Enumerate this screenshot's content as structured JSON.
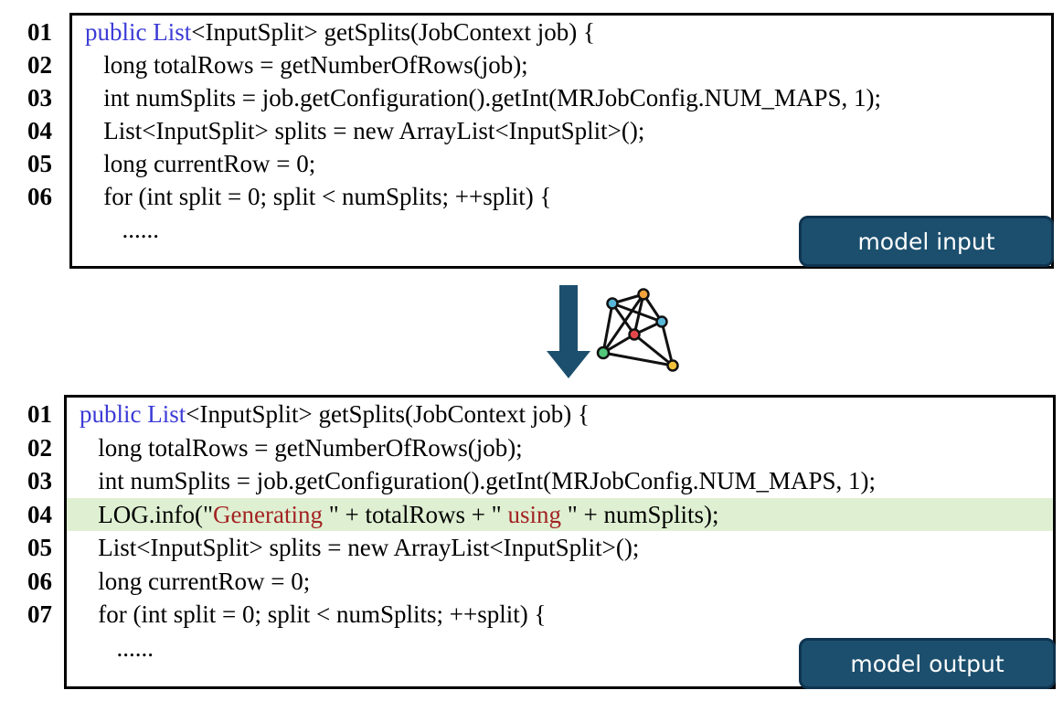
{
  "input": {
    "tag": "model input",
    "lines": [
      {
        "num": "01",
        "segments": [
          {
            "t": "public ",
            "c": "kw"
          },
          {
            "t": "List",
            "c": "kw"
          },
          {
            "t": "<InputSplit> getSplits(JobContext job) {",
            "c": ""
          }
        ]
      },
      {
        "num": "02",
        "segments": [
          {
            "t": "   long totalRows = getNumberOfRows(job);",
            "c": ""
          }
        ]
      },
      {
        "num": "03",
        "segments": [
          {
            "t": "   int numSplits = job.getConfiguration().getInt(MRJobConfig.NUM_MAPS, 1);",
            "c": ""
          }
        ]
      },
      {
        "num": "04",
        "segments": [
          {
            "t": "   List<InputSplit> splits = new ArrayList<InputSplit>();",
            "c": ""
          }
        ]
      },
      {
        "num": "05",
        "segments": [
          {
            "t": "   long currentRow = 0;",
            "c": ""
          }
        ]
      },
      {
        "num": "06",
        "segments": [
          {
            "t": "   for (int split = 0; split < numSplits; ++split) {",
            "c": ""
          }
        ]
      },
      {
        "num": "",
        "segments": [
          {
            "t": "      ......",
            "c": ""
          }
        ]
      }
    ]
  },
  "output": {
    "tag": "model output",
    "lines": [
      {
        "num": "01",
        "segments": [
          {
            "t": "public ",
            "c": "kw"
          },
          {
            "t": "List",
            "c": "kw"
          },
          {
            "t": "<InputSplit> getSplits(JobContext job) {",
            "c": ""
          }
        ]
      },
      {
        "num": "02",
        "segments": [
          {
            "t": "   long totalRows = getNumberOfRows(job);",
            "c": ""
          }
        ]
      },
      {
        "num": "03",
        "segments": [
          {
            "t": "   int numSplits = job.getConfiguration().getInt(MRJobConfig.NUM_MAPS, 1);",
            "c": ""
          }
        ]
      },
      {
        "num": "04",
        "highlight": true,
        "segments": [
          {
            "t": "   LOG.info(\"",
            "c": ""
          },
          {
            "t": "Generating ",
            "c": "str"
          },
          {
            "t": "\" + totalRows + \" ",
            "c": ""
          },
          {
            "t": "using",
            "c": "str"
          },
          {
            "t": " \" + numSplits);",
            "c": ""
          }
        ]
      },
      {
        "num": "05",
        "segments": [
          {
            "t": "   List<InputSplit> splits = new ArrayList<InputSplit>();",
            "c": ""
          }
        ]
      },
      {
        "num": "06",
        "segments": [
          {
            "t": "   long currentRow = 0;",
            "c": ""
          }
        ]
      },
      {
        "num": "07",
        "segments": [
          {
            "t": "   for (int split = 0; split < numSplits; ++split) {",
            "c": ""
          }
        ]
      },
      {
        "num": "",
        "segments": [
          {
            "t": "      ......",
            "c": ""
          }
        ]
      }
    ]
  },
  "colors": {
    "keyword": "#3b3bd6",
    "string": "#a32323",
    "highlight": "#dff0d2",
    "tag_bg": "#1c4f6e"
  }
}
